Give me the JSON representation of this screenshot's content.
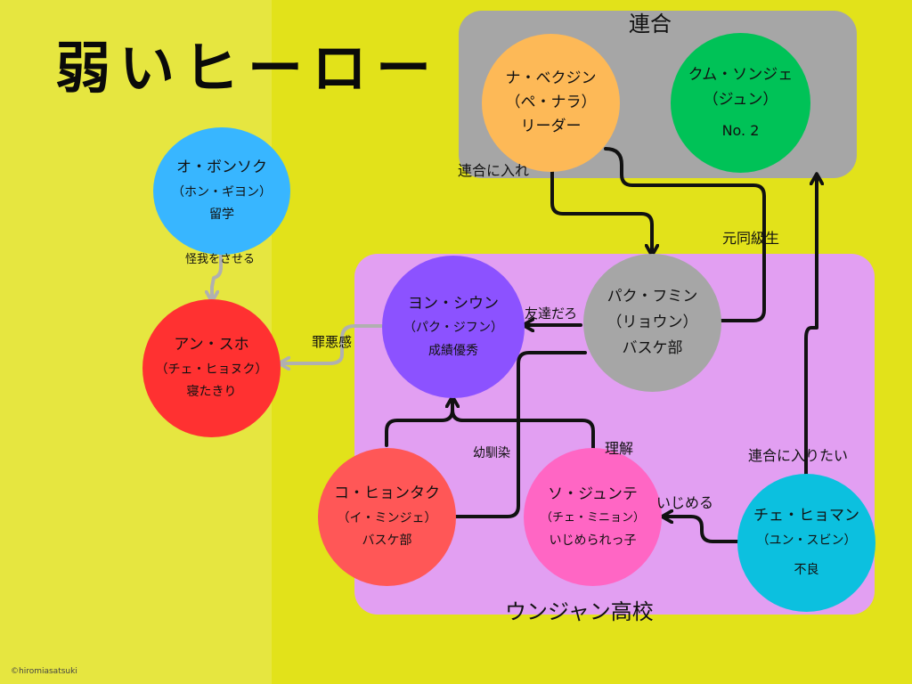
{
  "title": "弱いヒーロー",
  "credit": "©hiromiasatsuki",
  "groups": {
    "rengo": "連合",
    "school": "ウンジャン高校"
  },
  "colors": {
    "background": "#e2e21a",
    "left_band": "#e6e640",
    "rengo_panel": "#a6a6a6",
    "school_panel": "#e29ff2",
    "na": "#fdb957",
    "kum": "#00c257",
    "oh": "#38b6ff",
    "an": "#ff3131",
    "yeon": "#8c52ff",
    "park": "#a6a6a6",
    "ko": "#ff5757",
    "seo": "#ff66c4",
    "choi": "#0cc0df",
    "edge_dark": "#111111",
    "edge_light": "#b0b0b0"
  },
  "nodes": {
    "na": {
      "name": "ナ・ベクジン",
      "actor": "（ペ・ナラ）",
      "desc": "リーダー"
    },
    "kum": {
      "name": "クム・ソンジェ",
      "actor": "（ジュン）",
      "desc": "No. 2"
    },
    "oh": {
      "name": "オ・ボンソク",
      "actor": "（ホン・ギヨン）",
      "desc": "留学"
    },
    "an": {
      "name": "アン・スホ",
      "actor": "（チェ・ヒョヌク）",
      "desc": "寝たきり"
    },
    "yeon": {
      "name": "ヨン・シウン",
      "actor": "（パク・ジフン）",
      "desc": "成績優秀"
    },
    "park": {
      "name": "パク・フミン",
      "actor": "（リョウン）",
      "desc": "バスケ部"
    },
    "ko": {
      "name": "コ・ヒョンタク",
      "actor": "（イ・ミンジェ）",
      "desc": "バスケ部"
    },
    "seo": {
      "name": "ソ・ジュンテ",
      "actor": "（チェ・ミニョン）",
      "desc": "いじめられっ子"
    },
    "choi": {
      "name": "チェ・ヒョマン",
      "actor": "（ユン・スビン）",
      "desc": "不良"
    }
  },
  "edges": {
    "na_to_park": "連合に入れ",
    "na_park_classmates": "元同級生",
    "oh_to_an": "怪我をさせる",
    "yeon_to_an": "罪悪感",
    "park_to_yeon": "友達だろ",
    "ko_seo_to_yeon": "幼馴染",
    "seo_yeon": "理解",
    "choi_to_seo": "いじめる",
    "choi_to_rengo": "連合に入りたい"
  }
}
